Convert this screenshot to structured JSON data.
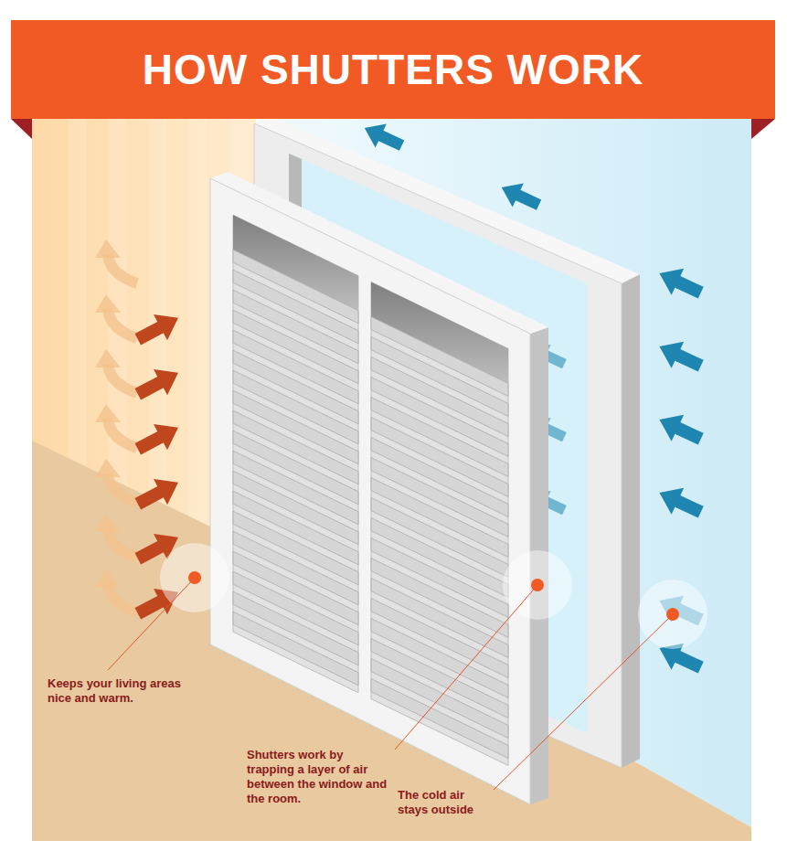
{
  "diagram": {
    "title": "HOW SHUTTERS WORK",
    "labels": [
      "Keeps your living areas nice and warm.",
      "Shutters work by trapping a layer of air between the window and the room.",
      "The cold air stays outside"
    ]
  }
}
